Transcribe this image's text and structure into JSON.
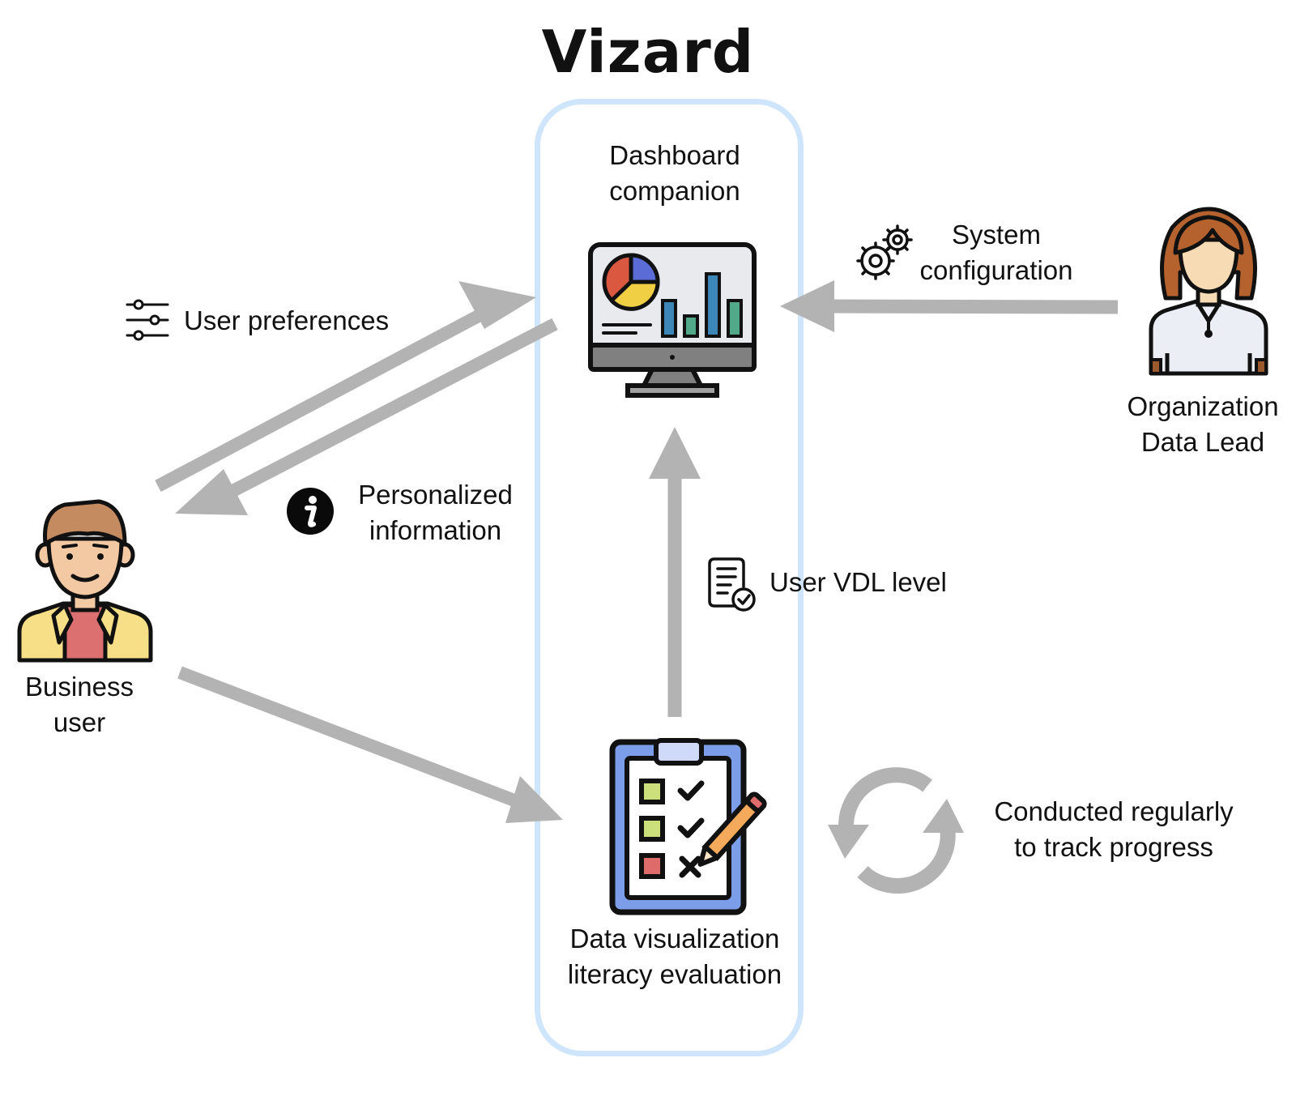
{
  "title": "Vizard",
  "nodes": {
    "dashboard_companion": {
      "line1": "Dashboard",
      "line2": "companion"
    },
    "dvl_evaluation": {
      "line1": "Data visualization",
      "line2": "literacy evaluation"
    },
    "business_user": {
      "line1": "Business",
      "line2": "user"
    },
    "organization_lead": {
      "line1": "Organization",
      "line2": "Data Lead"
    }
  },
  "edges": {
    "user_preferences": "User preferences",
    "personalized_information": {
      "line1": "Personalized",
      "line2": "information"
    },
    "system_configuration": {
      "line1": "System",
      "line2": "configuration"
    },
    "user_vdl_level": "User VDL level",
    "conducted_regularly": {
      "line1": "Conducted regularly",
      "line2": "to track progress"
    }
  },
  "colors": {
    "arrow": "#b3b3b3",
    "container_border": "#cfe5fb",
    "pie_red": "#d9583f",
    "pie_blue": "#5b6cd6",
    "pie_yellow": "#f0cf45",
    "bar_blue": "#3d86b8",
    "bar_green": "#52a98a",
    "clipboard_blue": "#7c9ee8",
    "check_green": "#cbe07a",
    "x_red": "#e06b6b",
    "pencil_orange": "#f5a95a"
  },
  "icons": {
    "dashboard": "monitor-dashboard-icon",
    "checklist": "clipboard-checklist-icon",
    "business_user": "business-man-avatar-icon",
    "data_lead": "woman-avatar-icon",
    "preferences": "sliders-icon",
    "info": "info-circle-icon",
    "config": "gears-icon",
    "report": "document-check-icon",
    "cycle": "refresh-cycle-icon"
  }
}
